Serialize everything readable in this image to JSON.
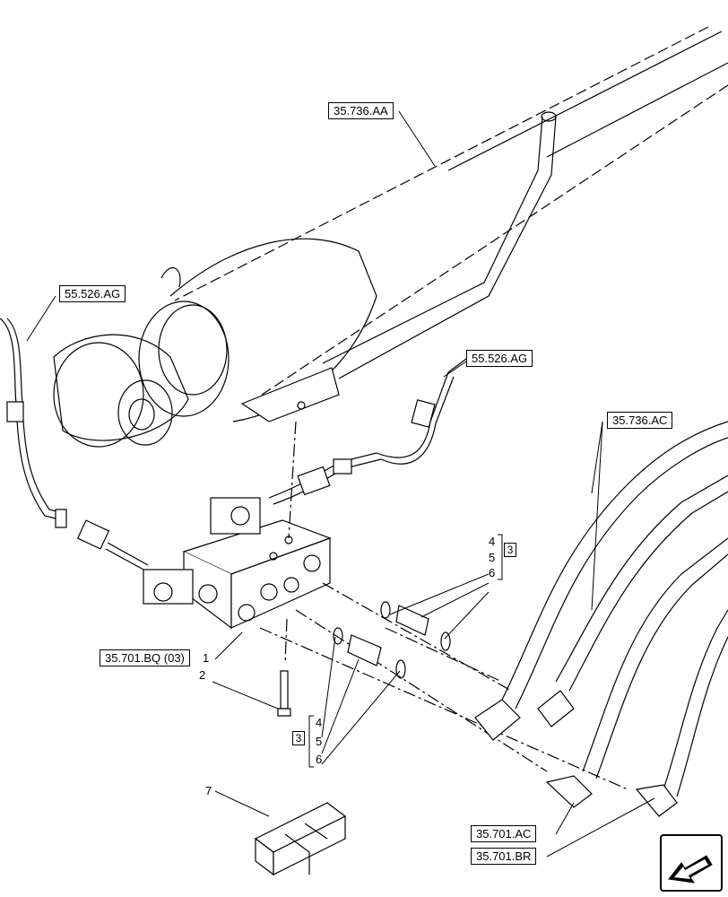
{
  "refs": {
    "cylinder": "35.736.AA",
    "harness_left": "55.526.AG",
    "harness_right": "55.526.AG",
    "hoses": "35.736.AC",
    "valve": "35.701.BQ (03)",
    "fitting_left": "35.701.AC",
    "fitting_right": "35.701.BR"
  },
  "callouts": {
    "n1": "1",
    "n2": "2",
    "n7": "7",
    "upper": {
      "a": "4",
      "b": "5",
      "c": "6",
      "group": "3"
    },
    "lower": {
      "a": "4",
      "b": "5",
      "c": "6",
      "group": "3"
    }
  },
  "nav": {
    "icon": "next-page-arrow-icon"
  }
}
